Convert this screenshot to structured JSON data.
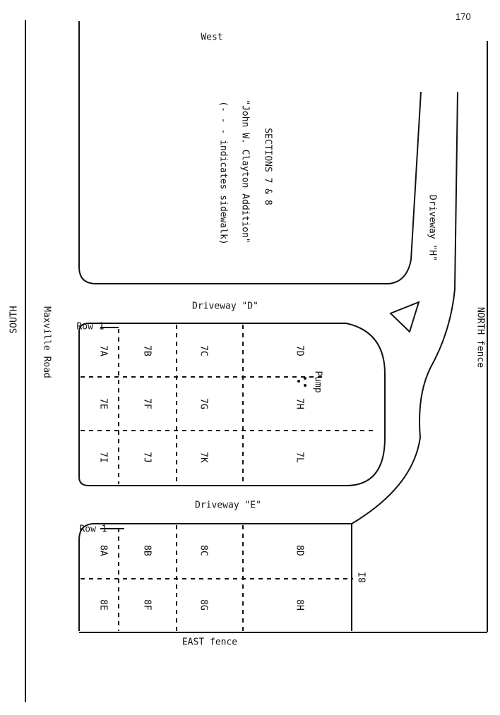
{
  "page_number": "170",
  "labels": {
    "west": "West",
    "south": "SOUTH",
    "north_fence": "NORTH fence",
    "east_fence": "EAST fence",
    "maxville_road": "Maxville Road",
    "driveway_h": "Driveway \"H\"",
    "driveway_d": "Driveway \"D\"",
    "driveway_e": "Driveway \"E\""
  },
  "title": {
    "line1": "SECTIONS 7 & 8",
    "line2": "\"John W. Clayton Addition\"",
    "line3": "(- - - indicates sidewalk)"
  },
  "section7": {
    "row_label": "Row 1",
    "pump_label": "Pump",
    "plots": [
      "7A",
      "7B",
      "7C",
      "7D",
      "7E",
      "7F",
      "7G",
      "7H",
      "7I",
      "7J",
      "7K",
      "7L"
    ]
  },
  "section8": {
    "row_label": "Row 1",
    "plots": [
      "8A",
      "8B",
      "8C",
      "8D",
      "8E",
      "8F",
      "8G",
      "8H",
      "8I"
    ]
  },
  "colors": {
    "ink": "#111111",
    "paper": "#ffffff"
  }
}
